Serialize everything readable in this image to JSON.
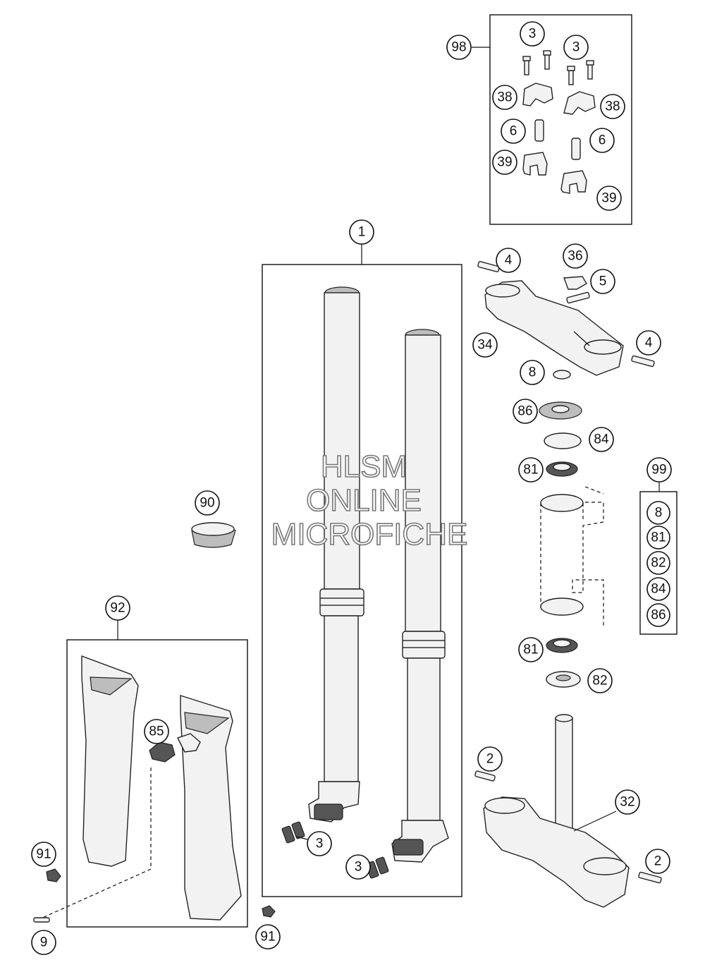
{
  "watermark": {
    "line1": "HLSM",
    "line2": "ONLINE",
    "line3": "MICROFICHE"
  },
  "callouts": {
    "c98": "98",
    "c3a": "3",
    "c3b": "3",
    "c38a": "38",
    "c38b": "38",
    "c6a": "6",
    "c6b": "6",
    "c39a": "39",
    "c39b": "39",
    "c1": "1",
    "c4a": "4",
    "c36": "36",
    "c5": "5",
    "c34": "34",
    "c4b": "4",
    "c8": "8",
    "c86": "86",
    "c84": "84",
    "c81a": "81",
    "c99": "99",
    "k8": "8",
    "k81": "81",
    "k82": "82",
    "k84": "84",
    "k86": "86",
    "c90": "90",
    "c92": "92",
    "c85": "85",
    "c91a": "91",
    "c9": "9",
    "c3c": "3",
    "c3d": "3",
    "c81b": "81",
    "c82": "82",
    "c2a": "2",
    "c32": "32",
    "c2b": "2",
    "c91b": "91"
  }
}
